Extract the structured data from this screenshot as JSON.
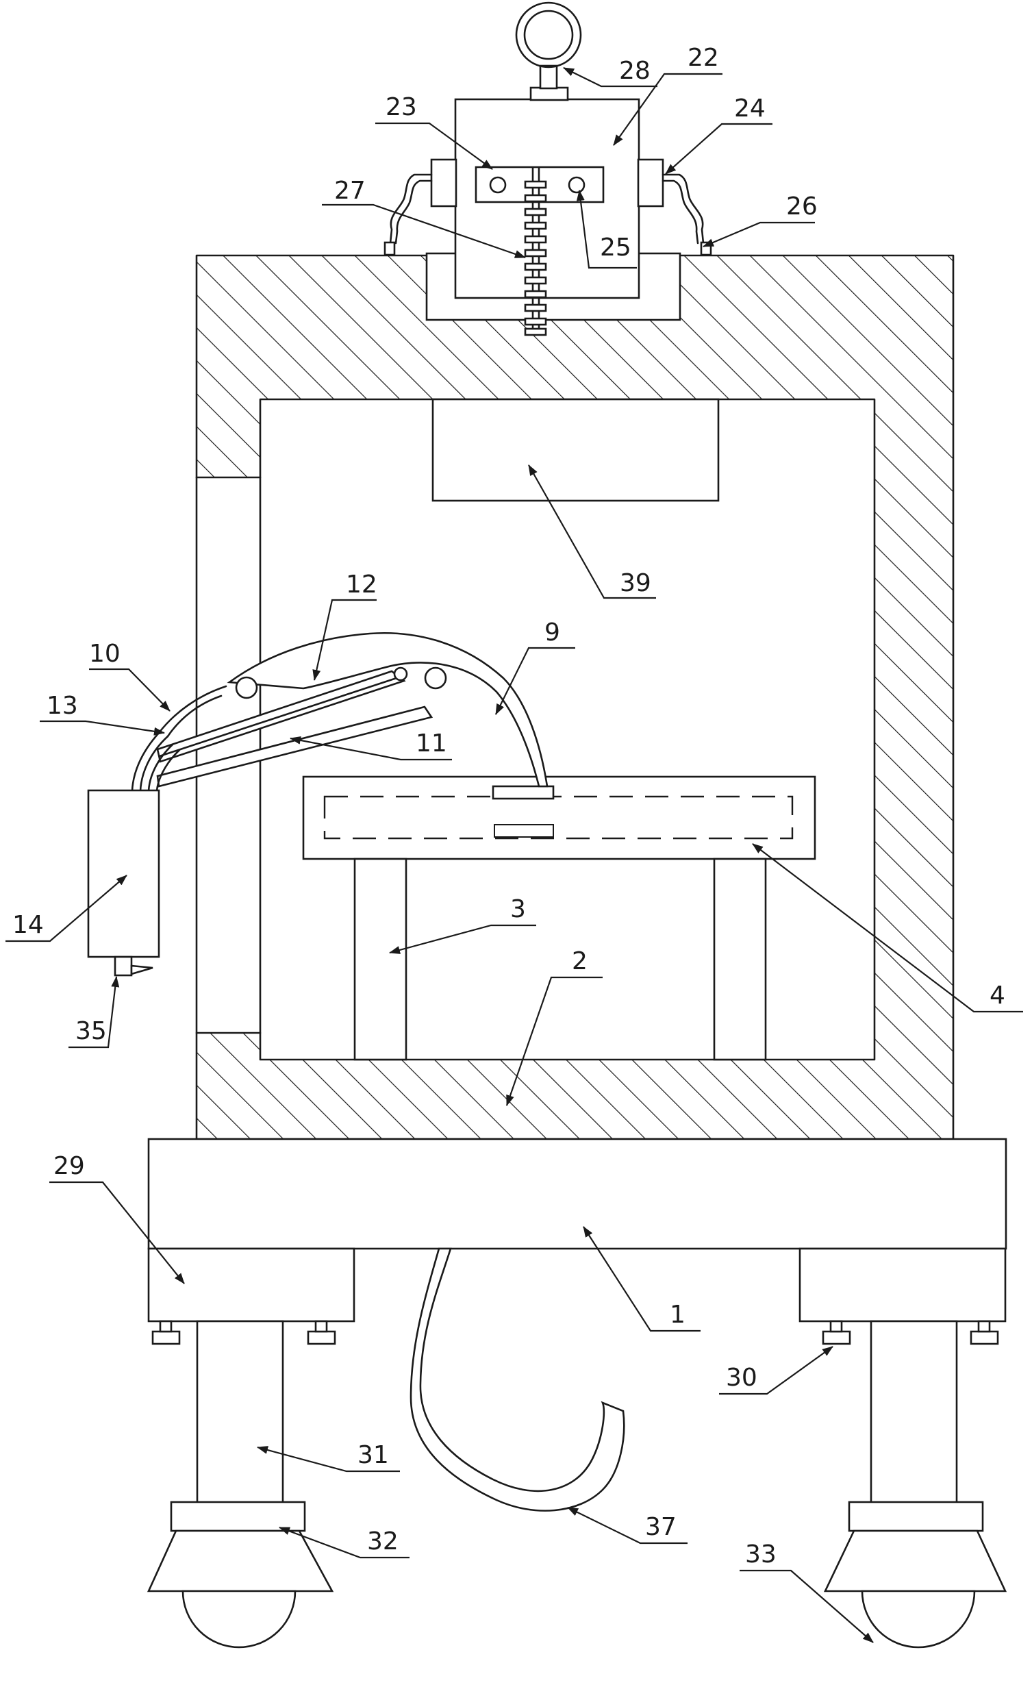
{
  "colors": {
    "line": "#1a1a1a",
    "background": "#ffffff"
  },
  "labels": [
    {
      "id": "l28",
      "text": "28"
    },
    {
      "id": "l22",
      "text": "22"
    },
    {
      "id": "l23",
      "text": "23"
    },
    {
      "id": "l24",
      "text": "24"
    },
    {
      "id": "l27",
      "text": "27"
    },
    {
      "id": "l26",
      "text": "26"
    },
    {
      "id": "l25",
      "text": "25"
    },
    {
      "id": "l39",
      "text": "39"
    },
    {
      "id": "l12",
      "text": "12"
    },
    {
      "id": "l9",
      "text": "9"
    },
    {
      "id": "l10",
      "text": "10"
    },
    {
      "id": "l13",
      "text": "13"
    },
    {
      "id": "l11",
      "text": "11"
    },
    {
      "id": "l14",
      "text": "14"
    },
    {
      "id": "l3",
      "text": "3"
    },
    {
      "id": "l2",
      "text": "2"
    },
    {
      "id": "l4",
      "text": "4"
    },
    {
      "id": "l35",
      "text": "35"
    },
    {
      "id": "l29",
      "text": "29"
    },
    {
      "id": "l1",
      "text": "1"
    },
    {
      "id": "l30",
      "text": "30"
    },
    {
      "id": "l31",
      "text": "31"
    },
    {
      "id": "l37",
      "text": "37"
    },
    {
      "id": "l32",
      "text": "32"
    },
    {
      "id": "l33",
      "text": "33"
    }
  ]
}
